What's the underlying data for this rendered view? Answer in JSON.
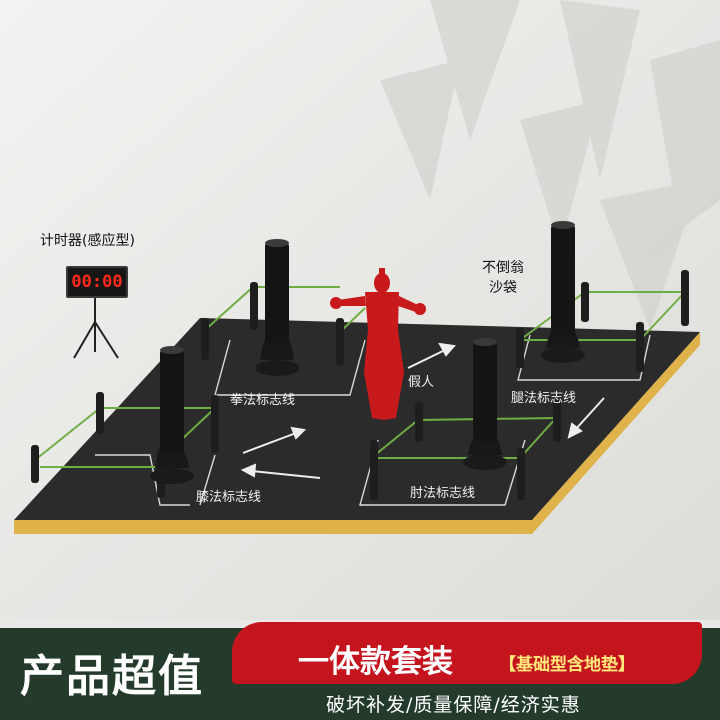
{
  "labels": {
    "timer": "计时器(感应型)",
    "timer_display": "00:00",
    "tumbler_line1": "不倒翁",
    "tumbler_line2": "沙袋",
    "punch_line": "拳法标志线",
    "dummy": "假人",
    "kick_line": "腿法标志线",
    "knee_line": "膝法标志线",
    "elbow_line": "肘法标志线"
  },
  "banner": {
    "main": "产品超值",
    "title": "一体款套装",
    "tag": "【基础型含地垫】",
    "sub": "破坏补发/质量保障/经济实惠"
  },
  "colors": {
    "mat": "#2a2a2a",
    "mat_edge": "#e0b24a",
    "rope": "#6fae43",
    "post": "#1e1e1e",
    "bag": "#141414",
    "dummy": "#c81a1a",
    "banner_bg": "#243b2c",
    "banner_red": "#c4141e",
    "tag_yellow": "#ffe97a"
  }
}
